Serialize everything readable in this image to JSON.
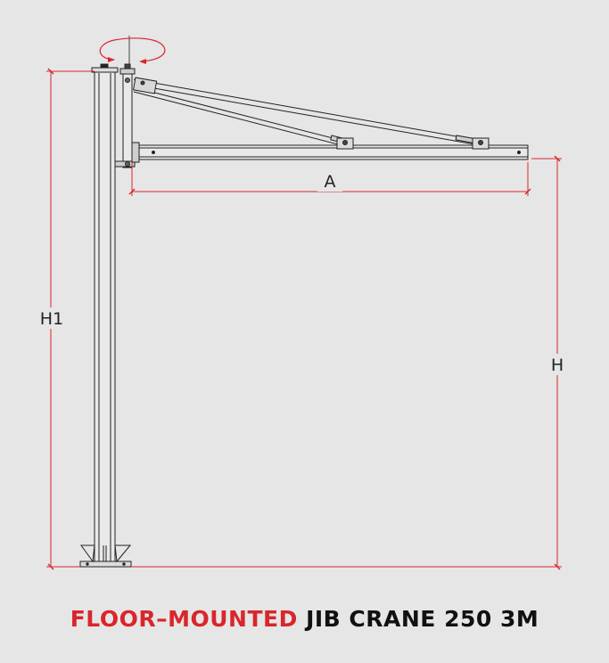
{
  "title": {
    "accent": "FLOOR–MOUNTED",
    "main": "JIB CRANE 250 3M"
  },
  "dimensions": {
    "a": "A",
    "h": "H",
    "h1": "H1"
  },
  "colors": {
    "background": "#e6e6e6",
    "accent": "#d9262b",
    "line": "#222222"
  },
  "icons": {
    "rotation": "rotation-arrow-icon"
  }
}
